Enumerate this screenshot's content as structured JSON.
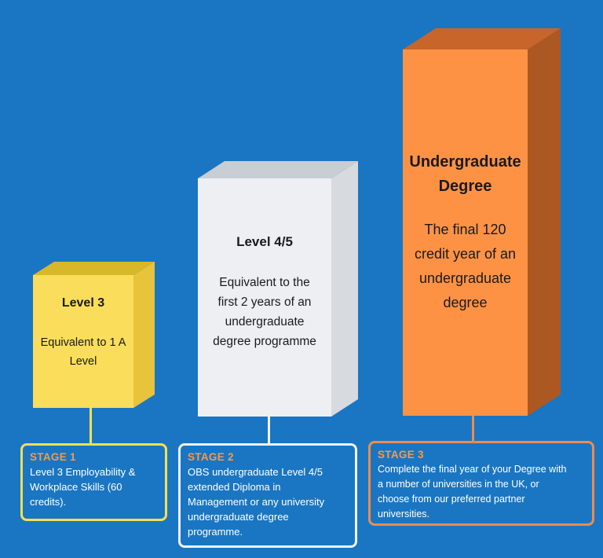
{
  "colors": {
    "background": "#1a76c2",
    "level3_front": "#fadd5a",
    "level3_top": "#d8b728",
    "level3_side": "#e8c33c",
    "level45_front": "#edeff2",
    "level45_top": "#c9cdd4",
    "level45_side": "#d7dadf",
    "ug_front": "#fd9245",
    "ug_top": "#c8652a",
    "ug_side": "#ad5723",
    "stage1_border": "#f6df53",
    "stage2_border": "#f2f4f6",
    "stage3_border": "#f28b49",
    "stage_title": "#f59a4b"
  },
  "blocks": [
    {
      "id": "level3",
      "title": "Level 3",
      "description_lines": [
        "Equivalent to 1 A",
        "Level"
      ]
    },
    {
      "id": "level45",
      "title": "Level 4/5",
      "description_lines": [
        "Equivalent to the",
        "first 2 years of an",
        "undergraduate",
        "degree programme"
      ]
    },
    {
      "id": "undergraduate",
      "title_lines": [
        "Undergraduate",
        "Degree"
      ],
      "description_lines": [
        "The final 120",
        "credit year of an",
        "undergraduate",
        "degree"
      ]
    }
  ],
  "stages": [
    {
      "title": "STAGE 1",
      "lines": [
        "Level 3 Employability &",
        "Workplace Skills (60",
        "credits)."
      ]
    },
    {
      "title": "STAGE 2",
      "lines": [
        "OBS undergraduate Level 4/5",
        "extended Diploma in",
        "Management or any university",
        "undergraduate degree",
        "programme."
      ]
    },
    {
      "title": "STAGE 3",
      "lines": [
        "Complete the final year of your Degree with",
        "a number of universities in the UK, or",
        "choose from our preferred partner",
        "universities."
      ]
    }
  ]
}
